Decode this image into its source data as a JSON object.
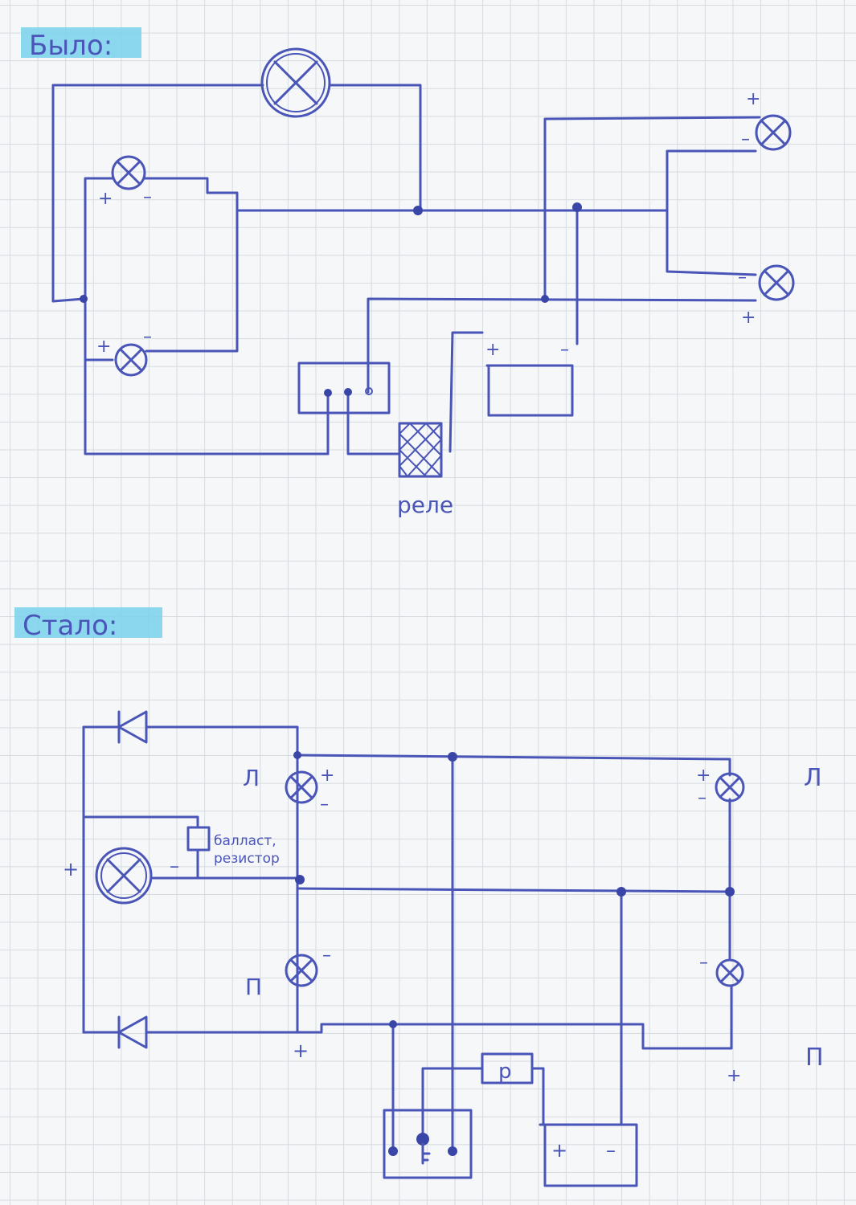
{
  "sections": {
    "before_label": "Было:",
    "after_label": "Стало:"
  },
  "labels": {
    "relay": "реле",
    "ballast_line1": "баллаcт,",
    "ballast_line2": "резистор",
    "relay_box": "р",
    "left_front": "Л",
    "right_front": "П",
    "left_rear": "Л",
    "right_rear": "П",
    "plus": "+",
    "minus": "–"
  },
  "colors": {
    "ink": "#4a55b8",
    "highlight": "#7fd3ec",
    "grid": "#d5dbe0"
  }
}
